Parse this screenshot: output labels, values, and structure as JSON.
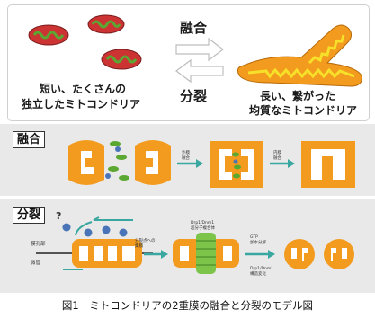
{
  "top_panel": {
    "fusion_label": "融合",
    "fission_label": "分裂",
    "left_caption_line1": "短い、たくさんの",
    "left_caption_line2": "独立したミトコンドリア",
    "right_caption_line1": "長い、繋がった",
    "right_caption_line2": "均質なミトコンドリア"
  },
  "fusion_row": {
    "label": "融合",
    "step1_line1": "外膜",
    "step1_line2": "融合",
    "step2_line1": "内膜",
    "step2_line2": "融合"
  },
  "fission_row": {
    "label": "分裂",
    "question_mark": "?",
    "side_label_top": "膜孔部",
    "side_label_bottom": "微管",
    "step1_line1": "分裂点への",
    "step1_line2": "集積",
    "drp_line1": "Drp1/Dnm1",
    "drp_line2": "超分子複合体",
    "gtp_line1": "GTP",
    "gtp_line2": "加水分解",
    "drp2_line1": "Drp1/Dnm1",
    "drp2_line2": "構造変化"
  },
  "caption": "図1　ミトコンドリアの2重膜の融合と分裂のモデル図",
  "colors": {
    "outer_orange": "#f39b1e",
    "fragment_red": "#cc3333",
    "cristae_green": "#5aa832",
    "arrow_teal": "#3aa8a0",
    "protein_blue": "#4a74b8",
    "arrow_grey": "#cfcfcf"
  }
}
